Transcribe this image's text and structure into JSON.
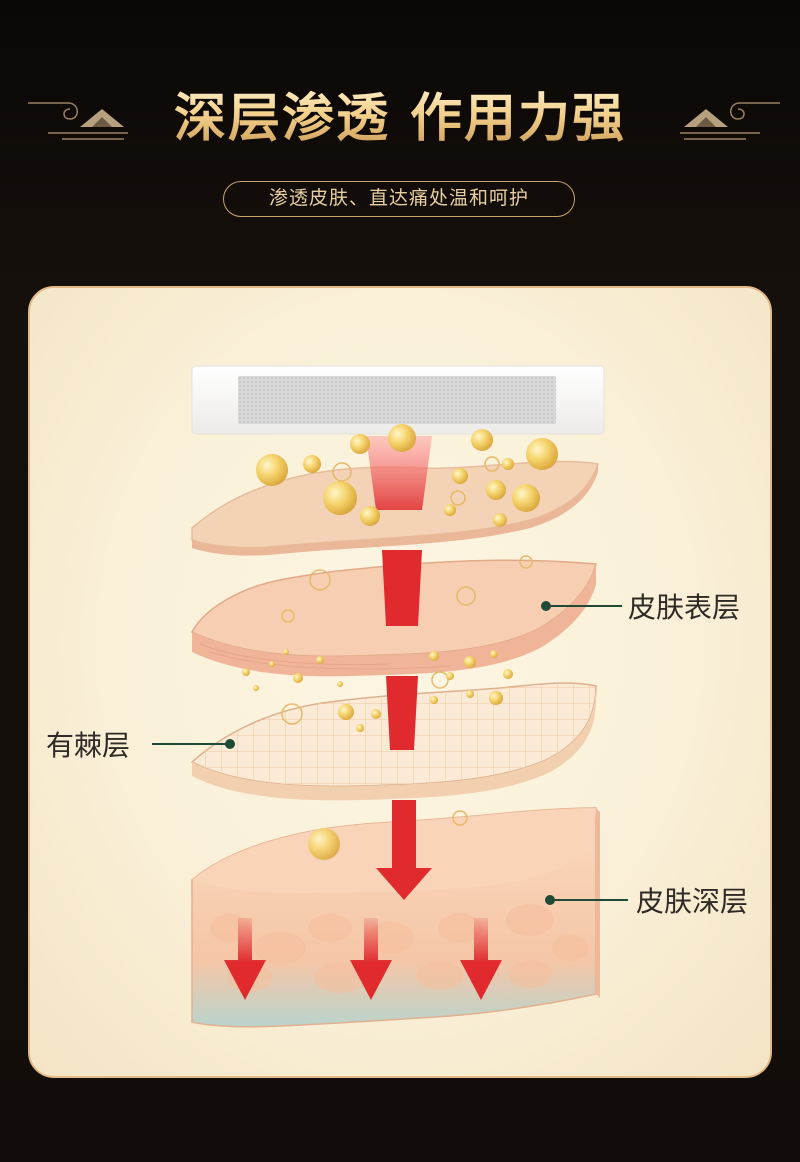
{
  "header": {
    "title": "深层渗透 作用力强",
    "subtitle": "渗透皮肤、直达痛处温和呵护"
  },
  "labels": {
    "skin_surface": "皮肤表层",
    "spinous_layer": "有棘层",
    "skin_deep": "皮肤深层"
  },
  "colors": {
    "title_gold": "#f0cf8f",
    "pill_border": "#c9a46a",
    "arrow_red": "#e02a2e",
    "leader_green": "#1f4a36",
    "panel_border": "#e3b98a"
  }
}
